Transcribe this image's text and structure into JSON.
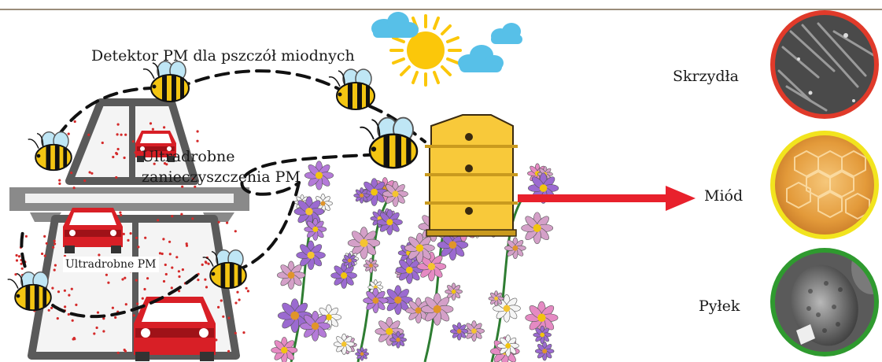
{
  "title": "Detektor PM dla pszczół miodnych",
  "pm_label": "Ultradrobne zanieczyszczenia PM",
  "road_label": "Ultradrobne PM",
  "samples": [
    {
      "label": "Skrzydła",
      "ring_color": "#e03a2a"
    },
    {
      "label": "Miód",
      "ring_color": "#f2e41e"
    },
    {
      "label": "Pyłek",
      "ring_color": "#2f9a2f"
    }
  ],
  "colors": {
    "car": "#d81f26",
    "pm_dots": "#d42a2a",
    "arrow": "#e8212c",
    "bee_body": "#f3c512",
    "hive": "#f8c93a",
    "sun": "#fbc70a",
    "cloud": "#57c0e8"
  },
  "icons": [
    "bee-icon",
    "car-icon",
    "hive-icon",
    "sun-icon",
    "cloud-icon",
    "flower-icon"
  ]
}
